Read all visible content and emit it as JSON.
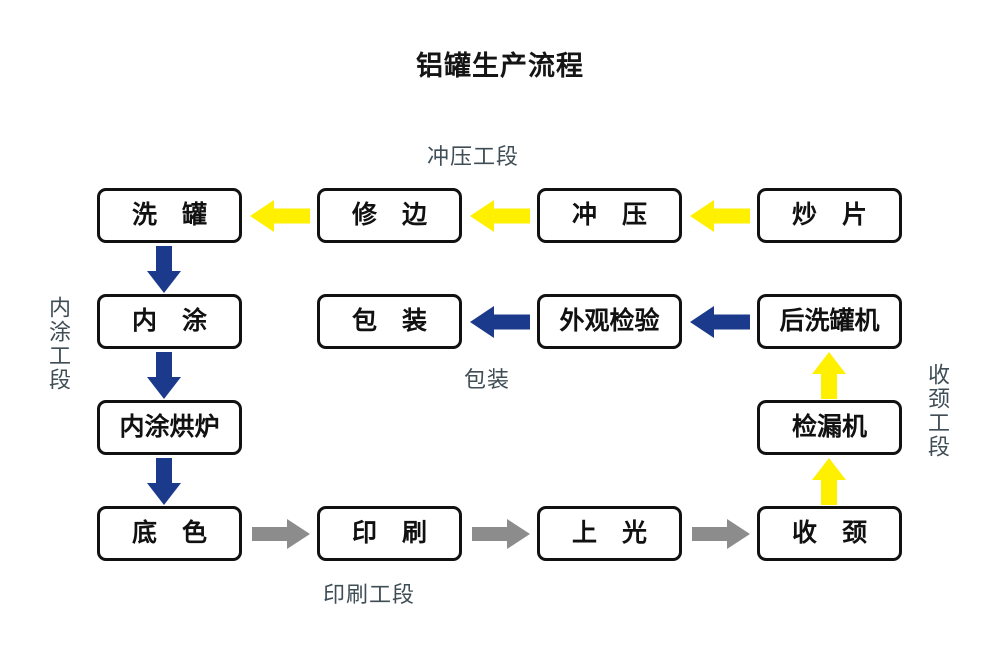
{
  "diagram": {
    "title": "铝罐生产流程",
    "type": "flowchart",
    "colors": {
      "yellow_arrow": "#FFF000",
      "blue_arrow": "#1B3A8C",
      "gray_arrow": "#8C8C8C",
      "box_border": "#111111",
      "box_fill": "#FFFFFF",
      "label_text": "#3F4D56",
      "background": "#FFFFFF"
    },
    "nodes": [
      {
        "id": "n-chaopian",
        "label": "炒 片",
        "row": 1,
        "col": 4
      },
      {
        "id": "n-chongya",
        "label": "冲 压",
        "row": 1,
        "col": 3
      },
      {
        "id": "n-xiubian",
        "label": "修 边",
        "row": 1,
        "col": 2
      },
      {
        "id": "n-xiguan",
        "label": "洗 罐",
        "row": 1,
        "col": 1
      },
      {
        "id": "n-neitu",
        "label": "内 涂",
        "row": 2,
        "col": 1
      },
      {
        "id": "n-baozhuang",
        "label": "包 装",
        "row": 2,
        "col": 2
      },
      {
        "id": "n-waiguan",
        "label": "外观检验",
        "row": 2,
        "col": 3
      },
      {
        "id": "n-houxiguanji",
        "label": "后洗罐机",
        "row": 2,
        "col": 4
      },
      {
        "id": "n-neituhonglu",
        "label": "内涂烘炉",
        "row": 3,
        "col": 1
      },
      {
        "id": "n-jianlouji",
        "label": "检漏机",
        "row": 3,
        "col": 4
      },
      {
        "id": "n-dise",
        "label": "底 色",
        "row": 4,
        "col": 1
      },
      {
        "id": "n-yinshua",
        "label": "印 刷",
        "row": 4,
        "col": 2
      },
      {
        "id": "n-shangguang",
        "label": "上 光",
        "row": 4,
        "col": 3
      },
      {
        "id": "n-shoujing",
        "label": "收 颈",
        "row": 4,
        "col": 4
      }
    ],
    "section_labels": [
      {
        "id": "sec-chongya",
        "text": "冲压工段",
        "orientation": "horizontal"
      },
      {
        "id": "sec-baozhuang",
        "text": "包装",
        "orientation": "horizontal"
      },
      {
        "id": "sec-yinshua",
        "text": "印刷工段",
        "orientation": "horizontal"
      },
      {
        "id": "sec-neitu",
        "text": "内涂工段",
        "orientation": "vertical"
      },
      {
        "id": "sec-shoujing",
        "text": "收颈工段",
        "orientation": "vertical"
      }
    ],
    "edges": [
      {
        "from": "炒 片",
        "to": "冲 压",
        "color": "yellow",
        "direction": "left"
      },
      {
        "from": "冲 压",
        "to": "修 边",
        "color": "yellow",
        "direction": "left"
      },
      {
        "from": "修 边",
        "to": "洗 罐",
        "color": "yellow",
        "direction": "left"
      },
      {
        "from": "洗 罐",
        "to": "内 涂",
        "color": "blue",
        "direction": "down"
      },
      {
        "from": "内 涂",
        "to": "内涂烘炉",
        "color": "blue",
        "direction": "down"
      },
      {
        "from": "内涂烘炉",
        "to": "底 色",
        "color": "blue",
        "direction": "down"
      },
      {
        "from": "底 色",
        "to": "印 刷",
        "color": "gray",
        "direction": "right"
      },
      {
        "from": "印 刷",
        "to": "上 光",
        "color": "gray",
        "direction": "right"
      },
      {
        "from": "上 光",
        "to": "收 颈",
        "color": "gray",
        "direction": "right"
      },
      {
        "from": "收 颈",
        "to": "检漏机",
        "color": "yellow",
        "direction": "up"
      },
      {
        "from": "检漏机",
        "to": "后洗罐机",
        "color": "yellow",
        "direction": "up"
      },
      {
        "from": "后洗罐机",
        "to": "外观检验",
        "color": "blue",
        "direction": "left"
      },
      {
        "from": "外观检验",
        "to": "包 装",
        "color": "blue",
        "direction": "left"
      }
    ]
  }
}
